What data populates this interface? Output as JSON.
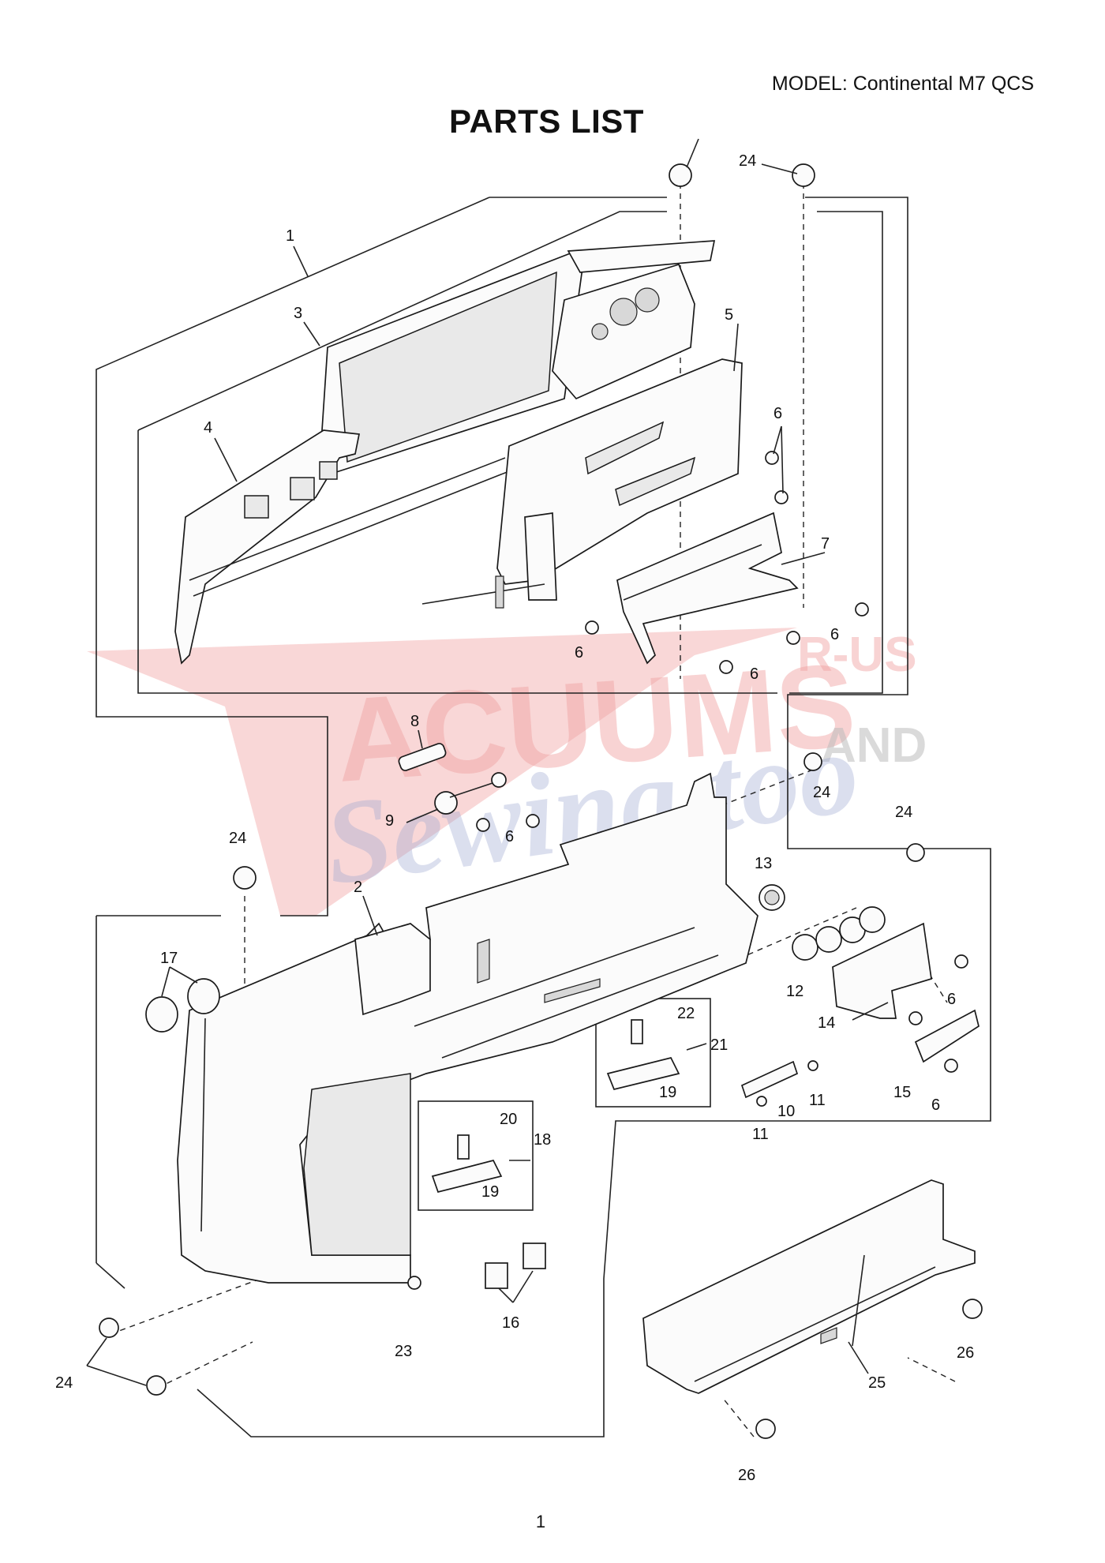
{
  "header": {
    "model": "MODEL: Continental M7 QCS",
    "title": "PARTS LIST"
  },
  "footer": {
    "page_number": "1"
  },
  "watermark": {
    "line1": "ACUUMS",
    "line2": "R-US",
    "line3": "AND",
    "line4": "Sewing too",
    "red_color": "#f4a6a6",
    "blue_color": "#aab3d8",
    "grey_color": "#bdbdbd"
  },
  "callouts": {
    "c1": "1",
    "c2": "2",
    "c3": "3",
    "c4": "4",
    "c5": "5",
    "c6a": "6",
    "c6b": "6",
    "c6c": "6",
    "c6d": "6",
    "c6e": "6",
    "c6f": "6",
    "c6g": "6",
    "c7": "7",
    "c8": "8",
    "c9": "9",
    "c10": "10",
    "c11a": "11",
    "c11b": "11",
    "c12": "12",
    "c13": "13",
    "c14": "14",
    "c15": "15",
    "c16": "16",
    "c17": "17",
    "c18": "18",
    "c19a": "19",
    "c19b": "19",
    "c20": "20",
    "c21": "21",
    "c22": "22",
    "c23": "23",
    "c24a": "24",
    "c24b": "24",
    "c24c": "24",
    "c24d": "24",
    "c24e": "24",
    "c25": "25",
    "c26a": "26",
    "c26b": "26"
  }
}
